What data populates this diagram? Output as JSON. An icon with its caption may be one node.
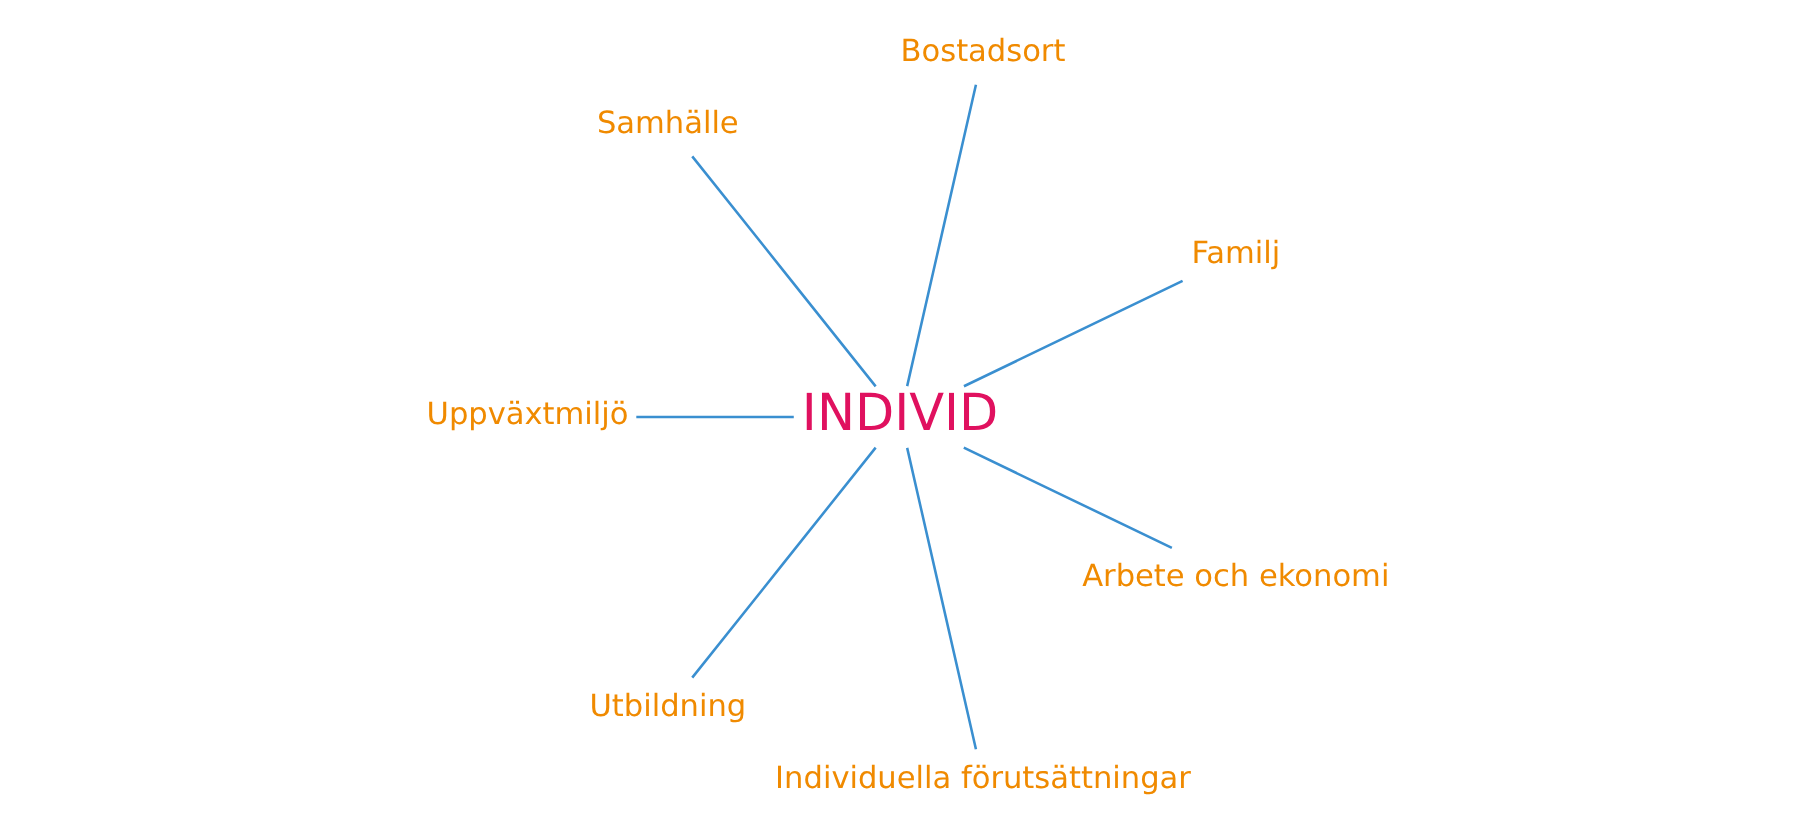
{
  "diagram": {
    "nodes": [
      {
        "text": [
          "Familj"
        ]
      },
      {
        "text": [
          "Bostadsort"
        ]
      },
      {
        "text": [
          "Samhälle"
        ]
      },
      {
        "text": [
          "Uppväxtmiljö"
        ]
      },
      {
        "text": [
          "INDIVID"
        ]
      },
      {
        "text": [
          "Utbildning"
        ]
      },
      {
        "text": [
          "Individuella förutsättningar"
        ]
      },
      {
        "text": [
          "Arbete och ekonomi"
        ]
      }
    ],
    "edges": [
      {
        "from": 0,
        "to": 4,
        "arrow": "none"
      },
      {
        "from": 1,
        "to": 4,
        "arrow": "none"
      },
      {
        "from": 2,
        "to": 4,
        "arrow": "none"
      },
      {
        "from": 3,
        "to": 4,
        "arrow": "none"
      },
      {
        "from": 5,
        "to": 4,
        "arrow": "none"
      },
      {
        "from": 6,
        "to": 4,
        "arrow": "none"
      },
      {
        "from": 7,
        "to": 4,
        "arrow": "none"
      }
    ]
  }
}
